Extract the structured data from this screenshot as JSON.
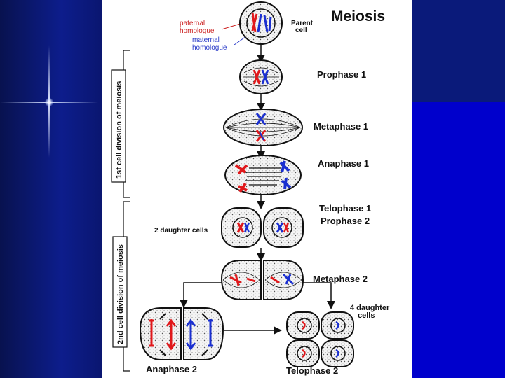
{
  "title": "Meiosis",
  "labels": {
    "parent_cell": [
      "Parent",
      "cell"
    ],
    "paternal": [
      "paternal",
      "homologue"
    ],
    "maternal": [
      "maternal",
      "homologue"
    ],
    "prophase1": "Prophase 1",
    "metaphase1": "Metaphase 1",
    "anaphase1": "Anaphase 1",
    "telophase1": "Telophase 1",
    "prophase2": "Prophase 2",
    "two_daughter": "2 daughter cells",
    "metaphase2": "Metaphase 2",
    "four_daughter": [
      "4 daughter",
      "cells"
    ],
    "anaphase2": "Anaphase 2",
    "telophase2": "Telophase 2",
    "first_division": "1st cell division of meiosis",
    "second_division": "2nd cell division of meiosis"
  },
  "colors": {
    "paternal": "#e0181b",
    "maternal": "#1a2fd0",
    "outline": "#111111",
    "label_red": "#cc2222",
    "label_blue": "#2a3bc8"
  }
}
